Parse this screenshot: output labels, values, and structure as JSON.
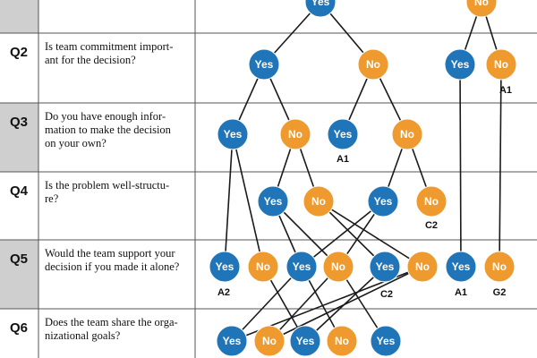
{
  "colors": {
    "yes": "#1f75b8",
    "no": "#ee9a2e",
    "qid_fill": "#cfcfcf",
    "grid": "#555555",
    "edge": "#1a1a1a"
  },
  "labels": {
    "yes": "Yes",
    "no": "No"
  },
  "questions": [
    {
      "id": "",
      "text": []
    },
    {
      "id": "Q2",
      "text": [
        "Is team commitment import-",
        "ant for the decision?"
      ]
    },
    {
      "id": "Q3",
      "text": [
        "Do you have enough infor-",
        "mation to make the decision",
        "on your own?"
      ]
    },
    {
      "id": "Q4",
      "text": [
        "Is the problem well-structu-",
        "re?"
      ]
    },
    {
      "id": "Q5",
      "text": [
        "Would the team support your",
        "decision if you made it alone?"
      ]
    },
    {
      "id": "Q6",
      "text": [
        "Does the team share the orga-",
        "nizational goals?"
      ]
    }
  ],
  "outcomes": [
    "A1",
    "A1",
    "C2",
    "A2",
    "C2",
    "A1",
    "G2"
  ]
}
